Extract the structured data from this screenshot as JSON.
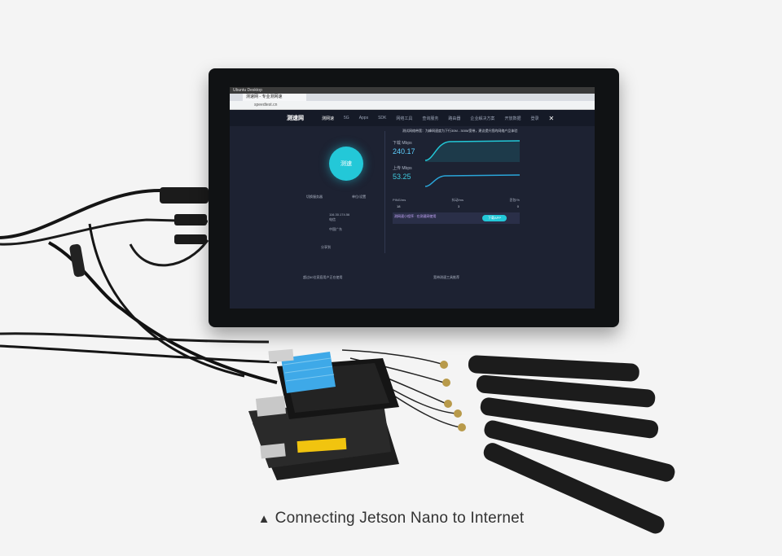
{
  "caption": {
    "marker": "▲",
    "text": "Connecting Jetson Nano to Internet"
  },
  "screen": {
    "os_title": "Ubuntu Desktop",
    "tab_title": "测速网 - 专业测网速",
    "url": "speedtest.cn",
    "site_logo": "测速网",
    "nav_items": [
      "测网速",
      "5G",
      "Apps",
      "SDK",
      "网络工具",
      "查询服务",
      "路由器",
      "企业解决方案",
      "开放数据",
      "登录"
    ],
    "speed_button": "测速",
    "left_info": {
      "server_label": "切换服务器",
      "settings_label": "单位/设置",
      "ip": "116.30.174.56",
      "isp": "电信",
      "location": "中国广东",
      "share_label": "分享到"
    },
    "results_title": "测试网络带宽：为峰网速度为下行30M - 300M宽带，建议提升您的网络产品体验",
    "download": {
      "label": "下载 Mbps",
      "value": "240.17"
    },
    "upload": {
      "label": "上传 Mbps",
      "value": "53.25"
    },
    "ping": {
      "headers": [
        "PING/ms",
        "抖动/ms",
        "丢包/%"
      ],
      "values": [
        "18",
        "3",
        "0"
      ]
    },
    "promo_text": "测网速小程序 · 在测速网使用",
    "promo_button": "下载APP",
    "foot_left": "超过60位家庭用户正在使用",
    "foot_right": "宽带测速工具推荐"
  },
  "colors": {
    "screen_bg": "#1d2232",
    "accent": "#23c8d8",
    "download_line": "#23c8d8",
    "upload_line": "#2aa5d8"
  }
}
